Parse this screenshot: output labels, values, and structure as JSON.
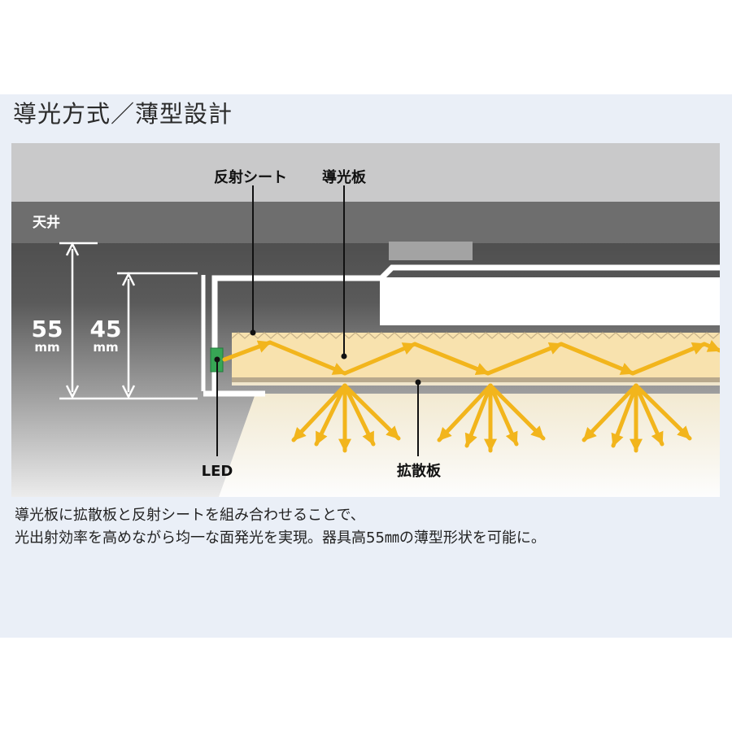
{
  "heading": "導光方式／薄型設計",
  "diagram": {
    "ceiling_label": "天井",
    "height_outer": {
      "value": "55",
      "unit": "mm"
    },
    "height_inner": {
      "value": "45",
      "unit": "mm"
    },
    "labels": {
      "reflector": "反射シート",
      "light_guide": "導光板",
      "led": "LED",
      "diffuser": "拡散板"
    },
    "colors": {
      "light": "#f2b51c",
      "panel": "#f8e2ae",
      "led": "#37a655",
      "ceiling": "#6e6e6e"
    }
  },
  "caption": {
    "line1": "導光板に拡散板と反射シートを組み合わせることで、",
    "line2": "光出射効率を高めながら均一な面発光を実現。器具高55㎜の薄型形状を可能に。"
  }
}
